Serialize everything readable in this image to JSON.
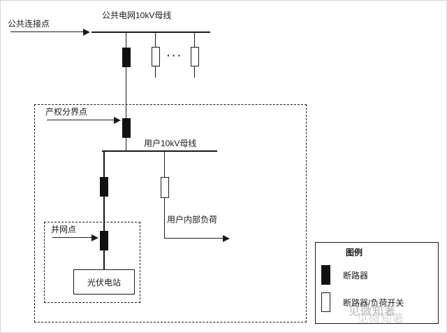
{
  "page": {
    "background": "#ffffff",
    "border_color": "#d6d6d6"
  },
  "diagram": {
    "top": {
      "pcc_label": "公共连接点",
      "public_busbar_label": "公共电网10kV母线",
      "ellipsis": "···"
    },
    "user": {
      "demarcation_label": "产权分界点",
      "user_busbar_label": "用户10kV母线",
      "internal_load_label": "用户内部负荷",
      "poi_label": "并网点",
      "pv_station_label": "光伏电站"
    },
    "legend": {
      "title": "图例",
      "items": [
        {
          "symbol": "breaker-closed",
          "label": "断路器"
        },
        {
          "symbol": "breaker-open",
          "label": "断路器/负荷开关"
        }
      ]
    },
    "watermark": "见微知著",
    "colors": {
      "line": "#1a1a1a",
      "closed_breaker_fill": "#111111",
      "open_breaker_fill": "#ffffff",
      "watermark": "#a8a8a8"
    }
  }
}
